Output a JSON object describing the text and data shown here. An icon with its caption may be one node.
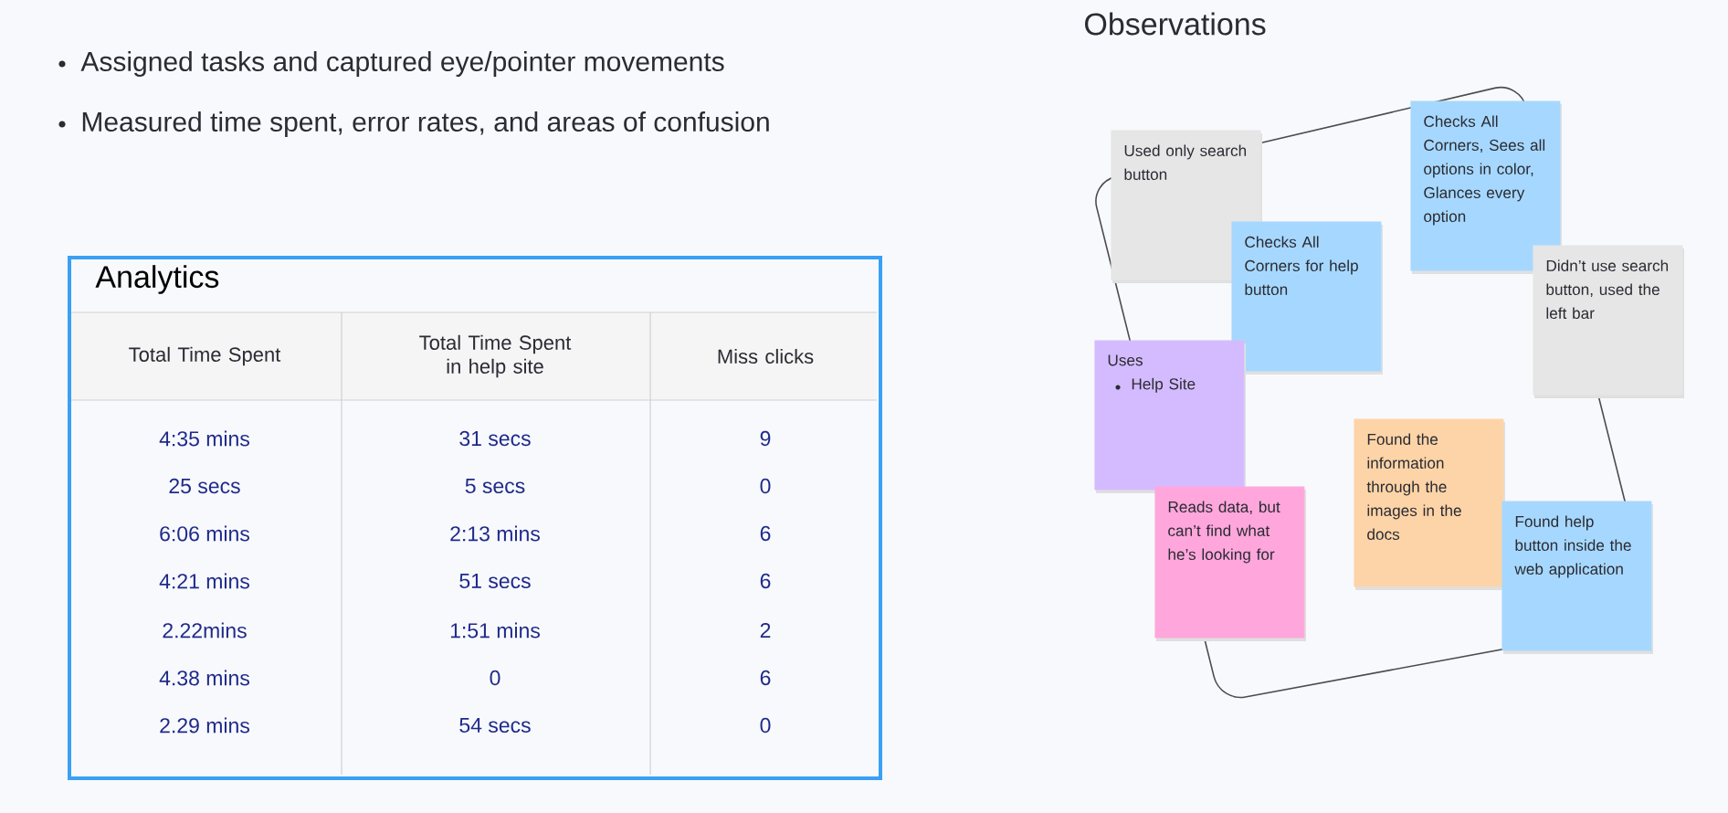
{
  "diagram": {
    "nodes": [
      {
        "text": [
          "Analytics"
        ]
      },
      {
        "text": [
          "Used only search button"
        ]
      },
      {
        "text": [
          "Checks All Corners for help button"
        ]
      },
      {
        "text": [
          "Checks All Corners, Sees all options in color, Glances every option"
        ]
      },
      {
        "text": [
          "Didn’t use search button, used the left bar"
        ]
      },
      {
        "text": [
          "Uses",
          "Help Site"
        ]
      },
      {
        "text": [
          "Reads data, but can’t find what he’s looking for"
        ]
      },
      {
        "text": [
          "Found the information through the images in the docs"
        ]
      },
      {
        "text": [
          "Found help button inside the web application"
        ]
      }
    ],
    "edges": [],
    "labels": [
      "Observations",
      "Assigned tasks and captured eye/pointer movements",
      "Measured time spent, error rates, and areas of confusion",
      "Total Time Spent",
      "Total Time Spent in help site",
      "Miss clicks",
      "4:35 mins",
      "31 secs",
      "9",
      "25 secs",
      "5 secs",
      "0",
      "6:06 mins",
      "2:13 mins",
      "6",
      "4:21 mins",
      "51 secs",
      "6",
      "2.22mins",
      "1:51 mins",
      "2",
      "4.38 mins",
      "0",
      "6",
      "2.29 mins",
      "54 secs",
      "0"
    ]
  }
}
